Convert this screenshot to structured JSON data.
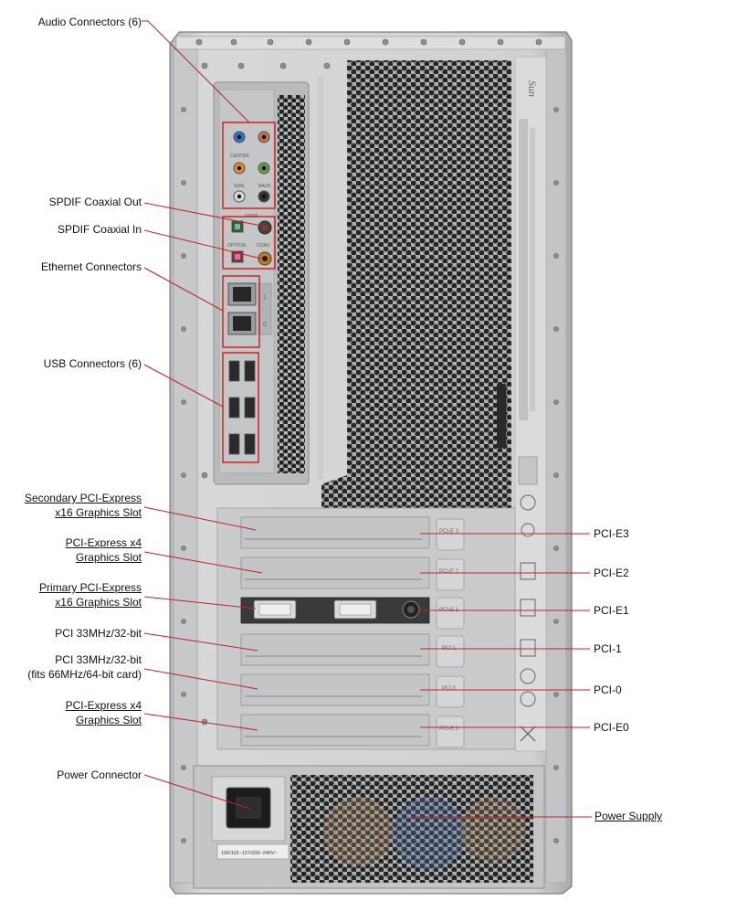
{
  "labels_left": [
    {
      "id": "audio-connectors",
      "line1": "Audio Connectors (6)",
      "line2": "",
      "underline": false
    },
    {
      "id": "spdif-coaxial-out",
      "line1": "SPDIF Coaxial Out",
      "line2": "",
      "underline": false
    },
    {
      "id": "spdif-coaxial-in",
      "line1": "SPDIF Coaxial In",
      "line2": "",
      "underline": false
    },
    {
      "id": "ethernet-connectors",
      "line1": "Ethernet Connectors",
      "line2": "",
      "underline": false
    },
    {
      "id": "usb-connectors",
      "line1": "USB Connectors (6)",
      "line2": "",
      "underline": false
    },
    {
      "id": "secondary-pcie-x16",
      "line1": "Secondary PCI-Express",
      "line2": "x16 Graphics Slot",
      "underline": true
    },
    {
      "id": "pcie-x4-top",
      "line1": "PCI-Express x4",
      "line2": "Graphics Slot",
      "underline": true
    },
    {
      "id": "primary-pcie-x16",
      "line1": "Primary PCI-Express",
      "line2": "x16 Graphics Slot",
      "underline": true
    },
    {
      "id": "pci-33-32-a",
      "line1": "PCI 33MHz/32-bit",
      "line2": "",
      "underline": false
    },
    {
      "id": "pci-33-32-b",
      "line1": "PCI 33MHz/32-bit",
      "line2": "(fits 66MHz/64-bit card)",
      "underline": false
    },
    {
      "id": "pcie-x4-bottom",
      "line1": "PCI-Express x4",
      "line2": "Graphics Slot",
      "underline": true
    },
    {
      "id": "power-connector",
      "line1": "Power Connector",
      "line2": "",
      "underline": false
    }
  ],
  "labels_right": [
    {
      "id": "pci-e3",
      "text": "PCI-E3",
      "underline": false
    },
    {
      "id": "pci-e2",
      "text": "PCI-E2",
      "underline": false
    },
    {
      "id": "pci-e1",
      "text": "PCI-E1",
      "underline": false
    },
    {
      "id": "pci-1",
      "text": "PCI-1",
      "underline": false
    },
    {
      "id": "pci-0",
      "text": "PCI-0",
      "underline": false
    },
    {
      "id": "pci-e0",
      "text": "PCI-E0",
      "underline": false
    },
    {
      "id": "power-supply",
      "text": "Power Supply",
      "underline": true
    }
  ],
  "panel_text": {
    "brand": "Sun",
    "audio_center": "CENTER",
    "audio_side": "SIDE",
    "audio_back": "BACK",
    "spdif": "SPDIF",
    "optical": "OPTICAL",
    "coax": "COAX",
    "net1": "1",
    "net0": "0",
    "slot_tags": [
      "PCI-E 3",
      "PCI-E 2",
      "PCI-E 1",
      "PCI 1",
      "PCI 0",
      "PCI-E 0"
    ],
    "psu_sticker": "100/115~127/200~240V~"
  },
  "colors": {
    "callout_line": "#cc1f1f",
    "highlight_box": "#d42020",
    "chassis": "#c9cbcc",
    "panel": "#b9bbbc",
    "vent_hole": "#2a2a2a",
    "label_text": "#111111"
  }
}
